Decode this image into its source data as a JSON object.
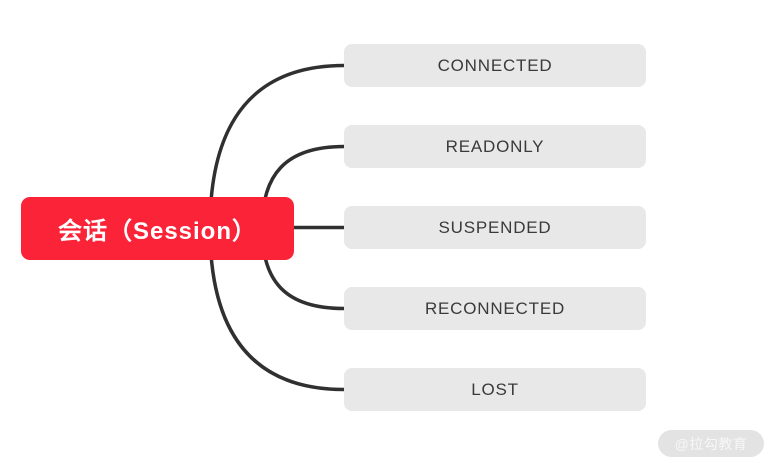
{
  "root_node": {
    "label": "会话（Session）"
  },
  "child_nodes": [
    {
      "label": "CONNECTED"
    },
    {
      "label": "READONLY"
    },
    {
      "label": "SUSPENDED"
    },
    {
      "label": "RECONNECTED"
    },
    {
      "label": "LOST"
    }
  ],
  "watermark": {
    "label": "@拉勾教育"
  },
  "colors": {
    "background": "#ffffff",
    "root_bg": "#fa2337",
    "root_text": "#ffffff",
    "child_bg": "#e8e8e8",
    "child_text": "#3a3a3a",
    "connector": "#303030",
    "watermark_bg": "#e3e3e3",
    "watermark_text": "#f7f7f7"
  }
}
